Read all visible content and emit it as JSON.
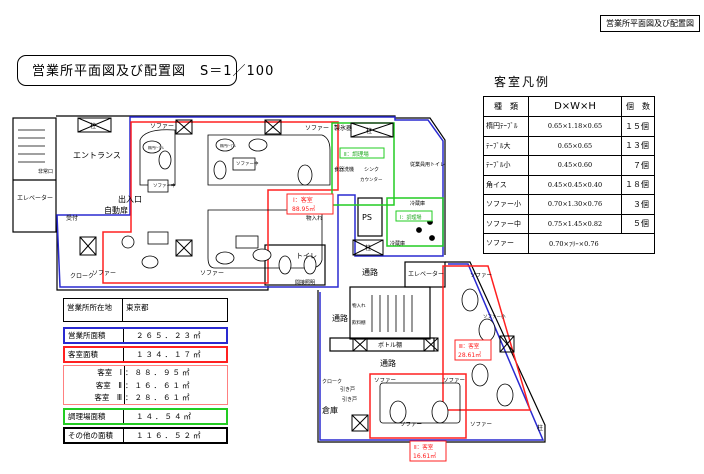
{
  "header": {
    "tag": "営業所平面図及び配置図",
    "title": "営業所平面図及び配置図　S＝1／100"
  },
  "legend": {
    "title": "客室凡例",
    "headers": [
      "種　類",
      "D×W×H",
      "個　数"
    ],
    "rows": [
      {
        "type": "楕円ﾃｰﾌﾞﾙ",
        "dims": "0.65×1.18×0.65",
        "count": "１５個"
      },
      {
        "type": "ﾃｰﾌﾞﾙ大",
        "dims": "0.65×0.65",
        "count": "１３個"
      },
      {
        "type": "ﾃｰﾌﾞﾙ小",
        "dims": "0.45×0.60",
        "count": "７個"
      },
      {
        "type": "角イス",
        "dims": "0.45×0.45×0.40",
        "count": "１８個"
      },
      {
        "type": "ソファー小",
        "dims": "0.70×1.30×0.76",
        "count": "３個"
      },
      {
        "type": "ソファー中",
        "dims": "0.75×1.45×0.82",
        "count": "５個"
      },
      {
        "type": "ソファー",
        "dims": "0.70×ﾌﾘｰ×0.76",
        "count": ""
      }
    ]
  },
  "info": {
    "location_label": "営業所所在地",
    "location": "東京都",
    "business_area_label": "営業所面積",
    "business_area": "２６５．２３㎡",
    "guest_area_label": "客室面積",
    "guest_area": "１３４．１７㎡",
    "rooms": [
      {
        "label": "客室　Ⅰ",
        "area": "：８８．９５㎡"
      },
      {
        "label": "客室　Ⅱ",
        "area": "：１６．６１㎡"
      },
      {
        "label": "客室　Ⅲ",
        "area": "：２８．６１㎡"
      }
    ],
    "kitchen_area_label": "調理場面積",
    "kitchen_area": "１４．５４㎡",
    "other_area_label": "その他の面積",
    "other_area": "１１６．５２㎡"
  },
  "plan": {
    "colors": {
      "business": "#2a2ad0",
      "guest": "#ff2020",
      "kitchen": "#22cc22"
    },
    "labels": [
      "エントランス",
      "非常口",
      "エレベーター",
      "出入口",
      "自動扉",
      "受付",
      "クローク",
      "ソファー",
      "製氷器",
      "Ⅱ：調理場",
      "食器洗機",
      "シンク",
      "カウンター",
      "従業員用トイレ",
      "PS",
      "Ⅰ：調理場",
      "冷蔵庫",
      "Ⅰ：客室",
      "88.95㎡",
      "物入れ",
      "トイレ",
      "間接照明",
      "通路",
      "ボトル棚",
      "Ⅲ：客室",
      "28.61㎡",
      "倉庫",
      "引き戸",
      "Ⅱ：客室",
      "16.61㎡",
      "飲料棚",
      "柱",
      "楕円ﾃｰﾌﾞﾙ",
      "ソファー中",
      "ソファー小"
    ]
  }
}
